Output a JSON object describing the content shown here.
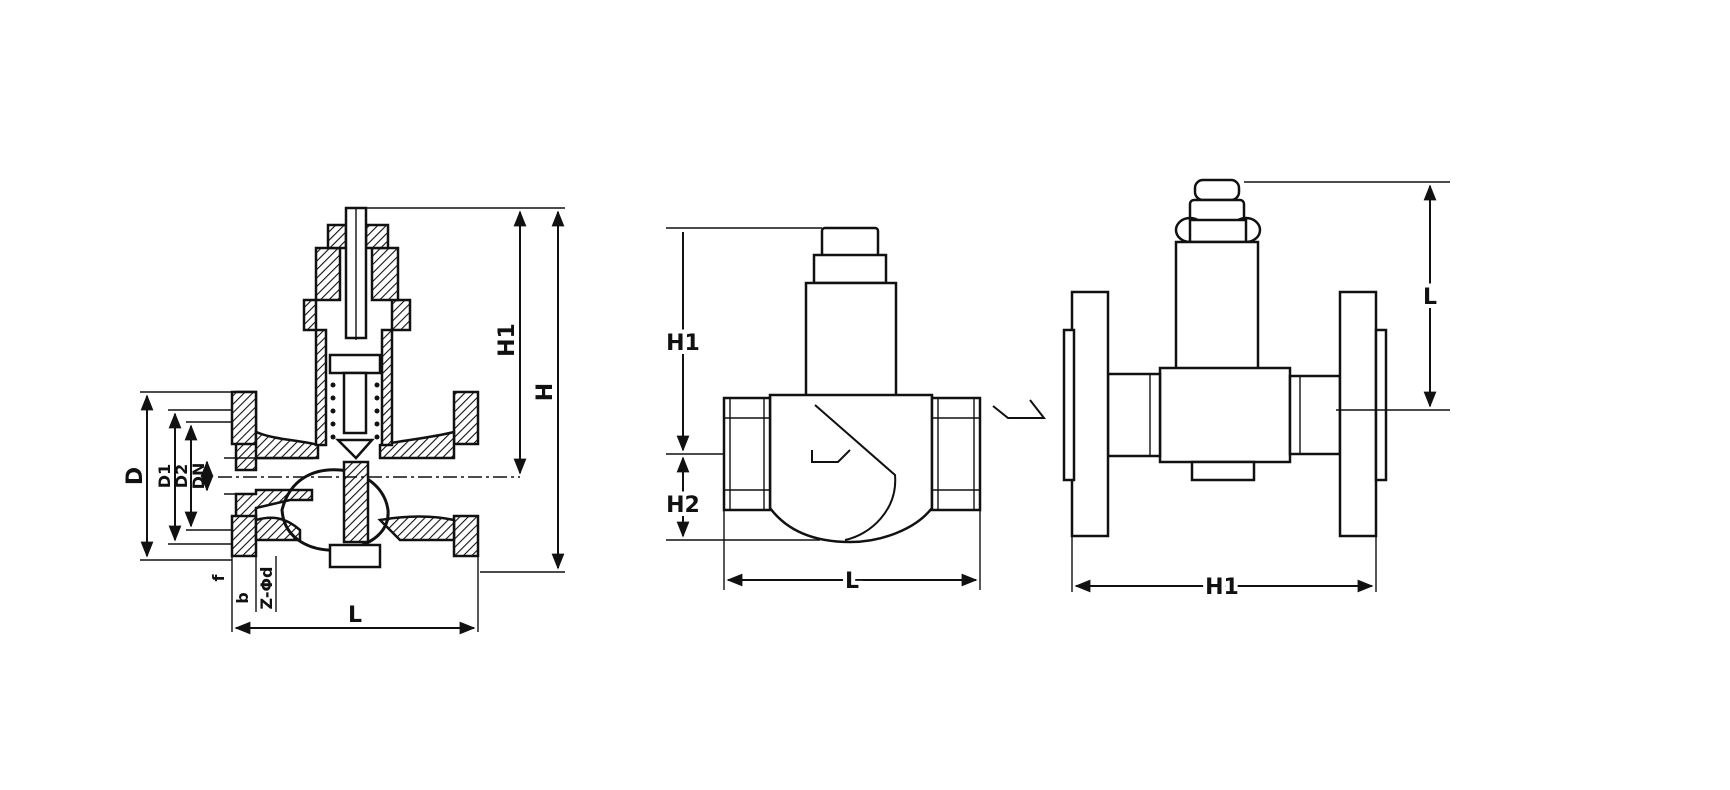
{
  "views": {
    "section": {
      "labels": {
        "H": "H",
        "H1": "H1",
        "D": "D",
        "D1": "D1",
        "D2": "D2",
        "DN": "DN",
        "L": "L",
        "f": "f",
        "b": "b",
        "nd": "Z-Φd"
      }
    },
    "threaded": {
      "labels": {
        "H1": "H1",
        "H2": "H2",
        "L": "L"
      }
    },
    "flanged": {
      "labels": {
        "L": "L",
        "H1": "H1"
      }
    }
  },
  "colors": {
    "line": "#111111",
    "background": "#ffffff"
  }
}
